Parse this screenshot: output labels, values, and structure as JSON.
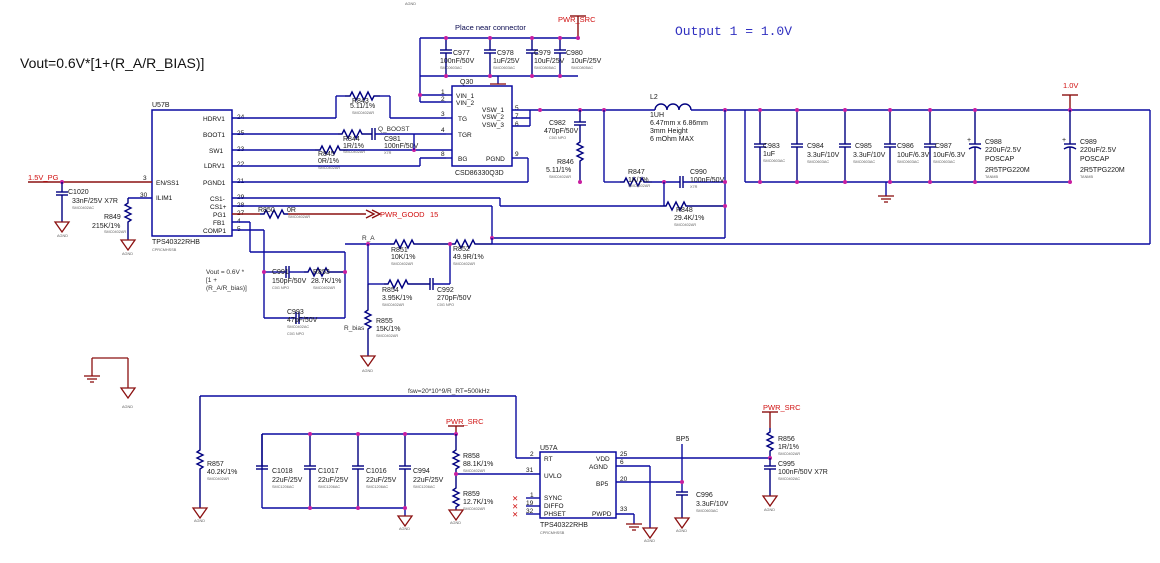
{
  "header": {
    "output_title": "Output 1 = 1.0V",
    "formula": "Vout=0.6V*[1+(R_A/R_BIAS)]"
  },
  "nets": {
    "pwr_src": "PWR_SRC",
    "one_v": "1.0V",
    "agnd": "AGND",
    "pwr_good": "PWR_GOOD",
    "pwr_good_sheet": "15",
    "r_a": "R_A",
    "r_bias": "R_bias",
    "pg_1v5": "1.5V_PG",
    "bp5": "BP5",
    "place_note": "Place near connector",
    "boost_net": "Q_BOOST",
    "freq_note": "fsw=20*10^9/R_RT=500kHz",
    "vout_note": [
      "Vout = 0.6V *",
      "[1 +",
      "(R_A/R_bias)]"
    ]
  },
  "ic_u57b": {
    "ref": "U57B",
    "part": "TPS40322RHB",
    "footprint": "CPRCMHSSB",
    "left_pins": [
      {
        "name": "EN/SS1",
        "num": "3"
      },
      {
        "name": "ILIM1",
        "num": "30"
      }
    ],
    "right_pins": [
      {
        "name": "HDRV1",
        "num": "24"
      },
      {
        "name": "BOOT1",
        "num": "25"
      },
      {
        "name": "SW1",
        "num": "23"
      },
      {
        "name": "LDRV1",
        "num": "22"
      },
      {
        "name": "PGND1",
        "num": "21"
      },
      {
        "name": "CS1-",
        "num": "29"
      },
      {
        "name": "CS1+",
        "num": "28"
      },
      {
        "name": "PG1",
        "num": "27"
      },
      {
        "name": "FB1",
        "num": "4"
      },
      {
        "name": "COMP1",
        "num": "5"
      }
    ]
  },
  "ic_q30": {
    "ref": "Q30",
    "part": "CSD86330Q3D",
    "left_pins": [
      {
        "name": "VIN_1",
        "num": "1"
      },
      {
        "name": "VIN_2",
        "num": "2"
      },
      {
        "name": "TG",
        "num": "3"
      },
      {
        "name": "TGR",
        "num": "4"
      },
      {
        "name": "BG",
        "num": "8"
      }
    ],
    "right_pins": [
      {
        "name": "VSW_1",
        "num": "5"
      },
      {
        "name": "VSW_2",
        "num": "7"
      },
      {
        "name": "VSW_3",
        "num": "6"
      },
      {
        "name": "PGND",
        "num": "9"
      }
    ]
  },
  "ic_u57a": {
    "ref": "U57A",
    "part": "TPS40322RHB",
    "footprint": "CPRCMHSSB",
    "left_pins": [
      {
        "name": "RT",
        "num": "2"
      },
      {
        "name": "UVLO",
        "num": "31"
      },
      {
        "name": "SYNC",
        "num": "1"
      },
      {
        "name": "DIFFO",
        "num": "19"
      },
      {
        "name": "PHSET",
        "num": "32"
      }
    ],
    "right_pins": [
      {
        "name": "VDD",
        "num": "25"
      },
      {
        "name": "AGND",
        "num": "6"
      },
      {
        "name": "BP5",
        "num": "20"
      },
      {
        "name": "PWPD",
        "num": "33"
      }
    ]
  },
  "inductor": {
    "ref": "L2",
    "value": "1UH",
    "notes": [
      "6.47mm x 6.86mm",
      "3mm Height",
      "6 mOhm MAX"
    ]
  },
  "components": [
    {
      "ref": "C977",
      "value": "100nF/50V",
      "foot": "SMC0603AC"
    },
    {
      "ref": "C978",
      "value": "1uF/25V",
      "foot": "SMC0603AC"
    },
    {
      "ref": "C979",
      "value": "10uF/25V",
      "foot": "SMC0805AC"
    },
    {
      "ref": "C980",
      "value": "10uF/25V",
      "foot": "SMC0805AC"
    },
    {
      "ref": "R843",
      "value": "5.11/1%",
      "foot": "SMC0402AR"
    },
    {
      "ref": "R844",
      "value": "1R/1%",
      "foot": "SMC0402AR"
    },
    {
      "ref": "C981",
      "value": "100nF/50V",
      "foot": "X7R"
    },
    {
      "ref": "R845",
      "value": "0R/1%",
      "foot": "SMC0402AR"
    },
    {
      "ref": "C982",
      "value": "470pF/50V",
      "foot": "C0G NPO"
    },
    {
      "ref": "R846",
      "value": "5.11/1%",
      "foot": "SMC0402AR"
    },
    {
      "ref": "R847",
      "value": "1K/1%",
      "foot": "SMC0402AR"
    },
    {
      "ref": "C990",
      "value": "100nF/50V",
      "foot": "X7R"
    },
    {
      "ref": "R848",
      "value": "29.4K/1%",
      "foot": "SMC0402AR"
    },
    {
      "ref": "C983",
      "value": "1uF",
      "foot": "SMC0603AC"
    },
    {
      "ref": "C984",
      "value": "3.3uF/10V",
      "foot": "SMC0603AC"
    },
    {
      "ref": "C985",
      "value": "3.3uF/10V",
      "foot": "SMC0603AC"
    },
    {
      "ref": "C986",
      "value": "10uF/6.3V",
      "foot": "SMC0603AC"
    },
    {
      "ref": "C987",
      "value": "10uF/6.3V",
      "foot": "SMC0603AC"
    },
    {
      "ref": "C988",
      "value": "220uF/2.5V",
      "kind": "POSCAP",
      "pn": "2R5TPG220M",
      "foot": "TANMB"
    },
    {
      "ref": "C989",
      "value": "220uF/2.5V",
      "kind": "POSCAP",
      "pn": "2R5TPG220M",
      "foot": "TANMB"
    },
    {
      "ref": "C1020",
      "value": "33nF/25V X7R",
      "foot": "SMC0402AC"
    },
    {
      "ref": "R849",
      "value": "215K/1%",
      "foot": "SMC0402AR"
    },
    {
      "ref": "R850",
      "value": "0R",
      "foot": "SMC0402AR"
    },
    {
      "ref": "C991",
      "value": "150pF/50V",
      "foot": "C0G NPO"
    },
    {
      "ref": "R853",
      "value": "28.7K/1%",
      "foot": "SMC0402AR"
    },
    {
      "ref": "C993",
      "value": "47pF/50V",
      "foot": "SMC0402AC"
    },
    {
      "ref": "R851",
      "value": "10K/1%",
      "foot": "SMC0402AR"
    },
    {
      "ref": "R852",
      "value": "49.9R/1%",
      "foot": "SMC0402AR"
    },
    {
      "ref": "R854",
      "value": "3.95K/1%",
      "foot": "SMC0402AR"
    },
    {
      "ref": "C992",
      "value": "270pF/50V",
      "foot": "C0G NPO"
    },
    {
      "ref": "R855",
      "value": "15K/1%",
      "foot": "SMC0402AR"
    },
    {
      "ref": "R857",
      "value": "40.2K/1%",
      "foot": "SMC0402AR"
    },
    {
      "ref": "C1018",
      "value": "22uF/25V",
      "foot": "SMC1206AC"
    },
    {
      "ref": "C1017",
      "value": "22uF/25V",
      "foot": "SMC1206AC"
    },
    {
      "ref": "C1016",
      "value": "22uF/25V",
      "foot": "SMC1206AC"
    },
    {
      "ref": "C994",
      "value": "22uF/25V",
      "foot": "SMC1206AC"
    },
    {
      "ref": "R858",
      "value": "88.1K/1%",
      "foot": "SMC0402AR"
    },
    {
      "ref": "R859",
      "value": "12.7K/1%",
      "foot": "SMC0402AR"
    },
    {
      "ref": "R856",
      "value": "1R/1%",
      "foot": "SMC0402AR"
    },
    {
      "ref": "C995",
      "value": "100nF/50V X7R",
      "foot": "SMC0402AC"
    },
    {
      "ref": "C996",
      "value": "3.3uF/10V",
      "foot": "SMC0603AC"
    }
  ]
}
